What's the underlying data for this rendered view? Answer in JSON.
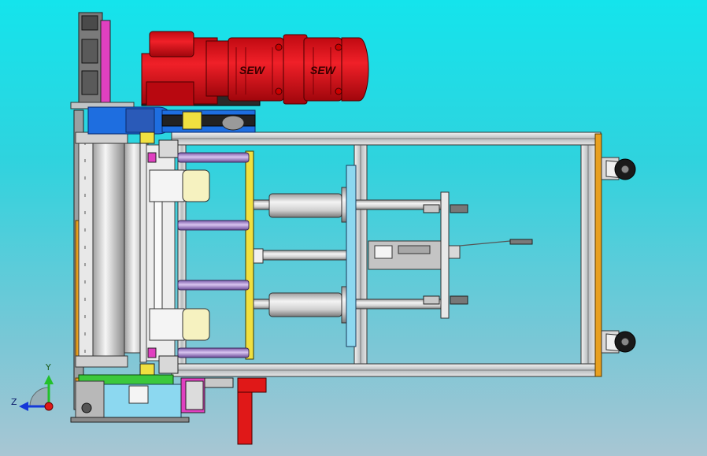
{
  "viewport": {
    "background_top": "#14e4ec",
    "background_bottom": "#a8c6d3"
  },
  "motor": {
    "brand_left": "SEW",
    "brand_right": "SEW",
    "color": "#e4141c"
  },
  "triad": {
    "y_label": "Y",
    "z_label": "Z",
    "y_color": "#22c02a",
    "z_color": "#1438d8",
    "origin_color": "#e01818"
  },
  "colors": {
    "frame": "#c8cccd",
    "yellow": "#f0e040",
    "purple": "#b08ad8",
    "blue": "#1e6ee0",
    "orange": "#e8a020",
    "magenta": "#e040c0",
    "green": "#3cc83c",
    "light_blue": "#8cd8f0"
  }
}
